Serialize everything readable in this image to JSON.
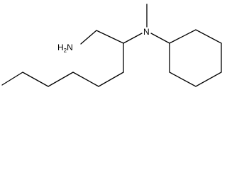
{
  "molecule": {
    "atom_labels": {
      "amine": "H2N",
      "amine_h": "H",
      "amine_subscript": "2",
      "amine_n": "N",
      "tertiary_nitrogen": "N"
    }
  },
  "colors": {
    "background": "#ffffff",
    "ink": "#000000"
  }
}
